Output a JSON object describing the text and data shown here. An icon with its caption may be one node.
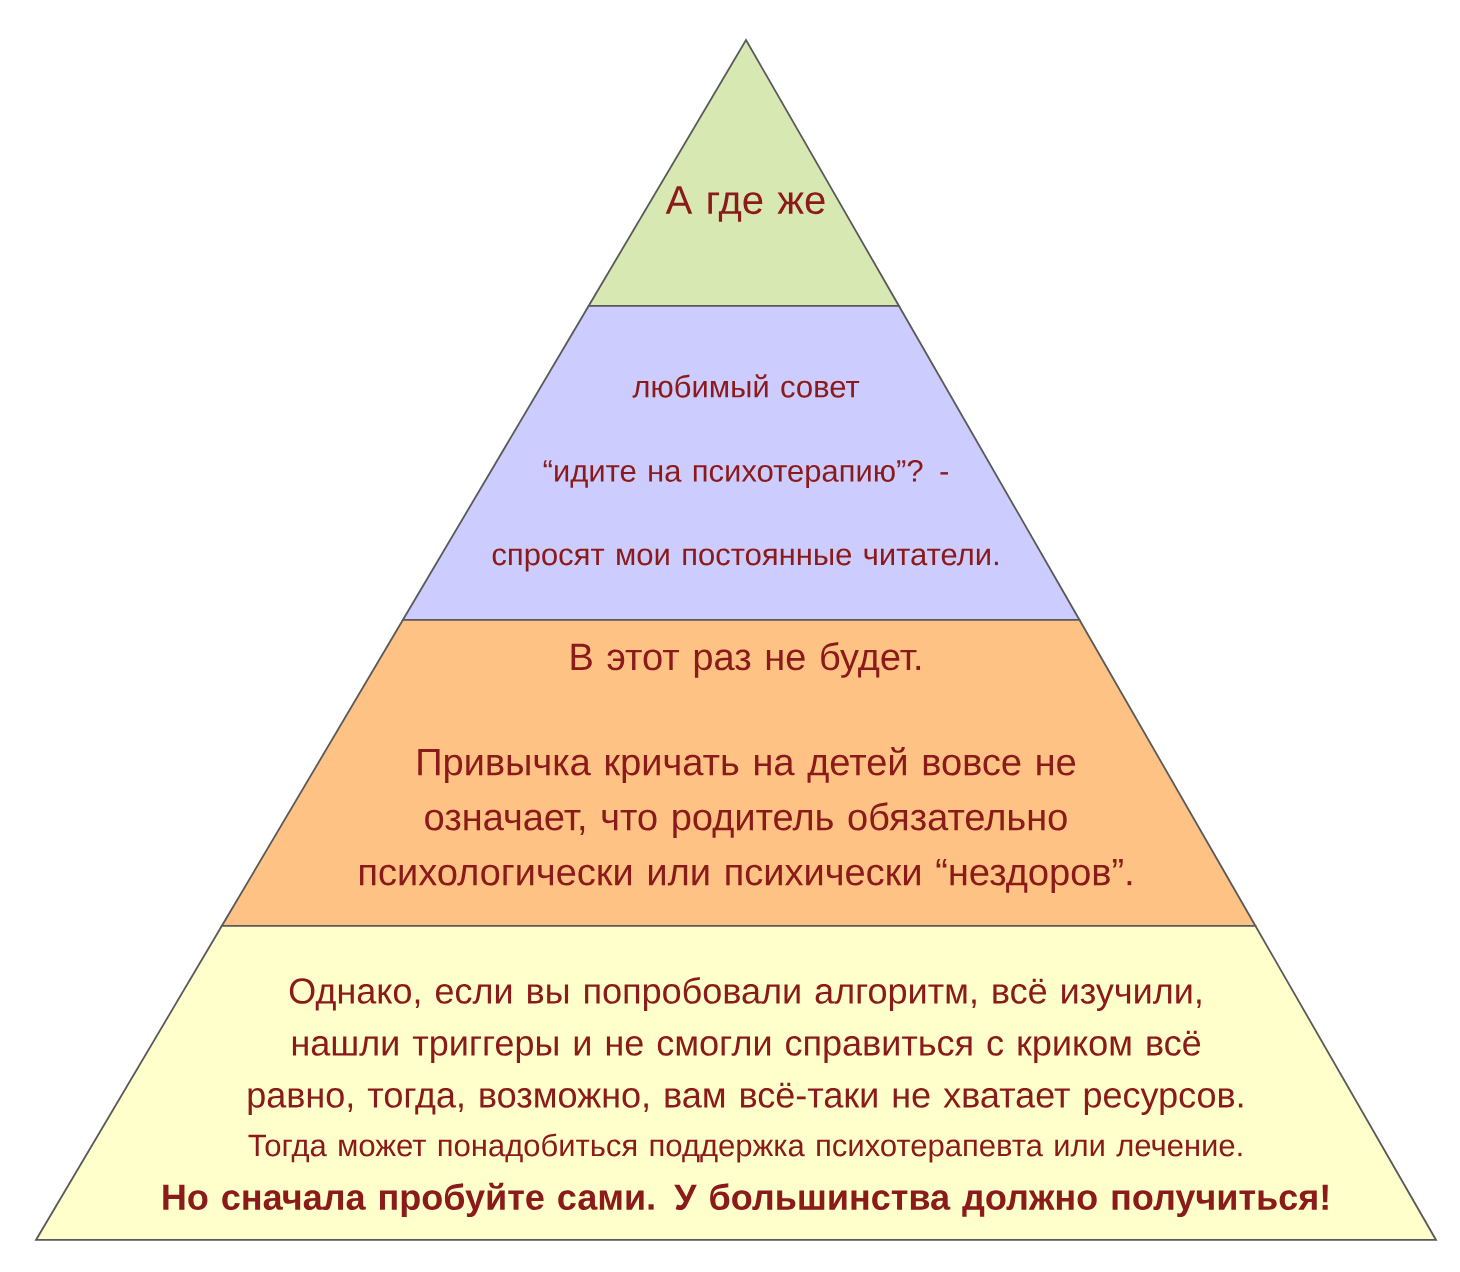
{
  "diagram": {
    "nodes": [
      {
        "text": [
          "А где же"
        ]
      },
      {
        "text": [
          "любимый совет",
          "“идите на психотерапию”? -",
          "спросят мои постоянные читатели."
        ]
      },
      {
        "text": [
          "В этот раз не будет.",
          "Привычка кричать на детей вовсе не означает, что родитель обязательно психологически или психически “нездоров”."
        ]
      },
      {
        "text": [
          "Однако, если вы попробовали алгоритм, всё изучили, нашли триггеры и не смогли справиться с криком всё равно, тогда, возможно, вам всё-таки не хватает ресурсов.",
          "Тогда может понадобиться поддержка психотерапевта или лечение.",
          "Но сначала пробуйте сами. У большинства должно получиться!"
        ]
      }
    ]
  }
}
